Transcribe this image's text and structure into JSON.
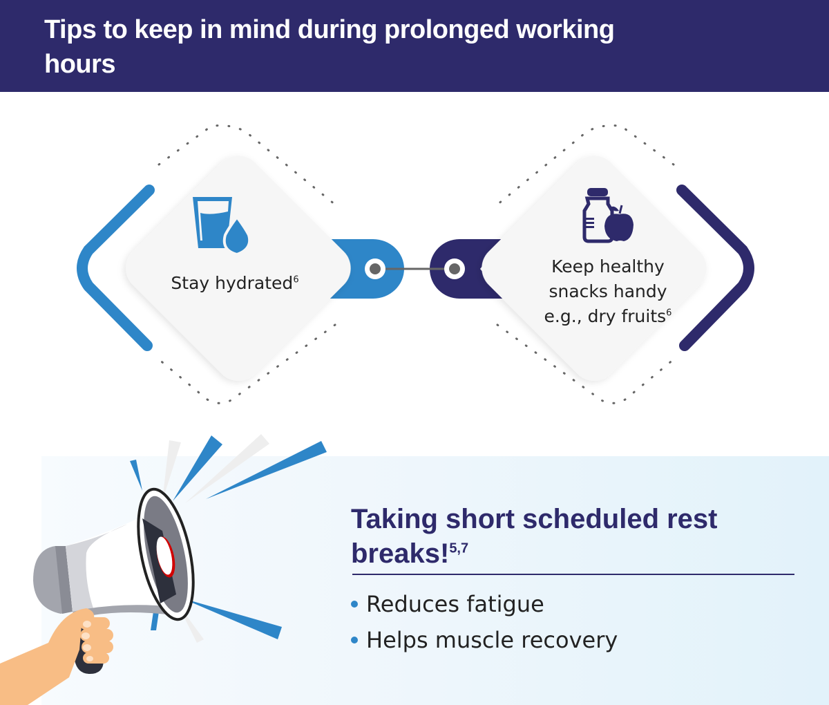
{
  "header": {
    "title": "Tips to keep in mind during prolonged working hours"
  },
  "colors": {
    "navy": "#2e2a6b",
    "blue": "#2e86c8",
    "connector": "#666666"
  },
  "tips": [
    {
      "icon": "water-glass-drop-icon",
      "text": "Stay hydrated",
      "ref": "6"
    },
    {
      "icon": "bottle-apple-icon",
      "text_lines": [
        "Keep healthy",
        "snacks handy",
        "e.g., dry fruits"
      ],
      "ref": "6"
    }
  ],
  "rest_breaks": {
    "title": "Taking short scheduled rest breaks!",
    "ref": "5,7",
    "benefits": [
      "Reduces fatigue",
      "Helps muscle recovery"
    ]
  },
  "illustration": {
    "icon": "megaphone-in-hand-icon"
  }
}
